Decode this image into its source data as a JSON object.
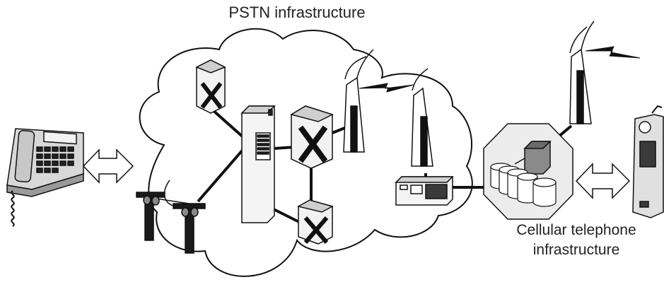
{
  "labels": {
    "pstn": "PSTN infrastructure",
    "cellular_line1": "Cellular telephone",
    "cellular_line2": "infrastructure"
  },
  "icons": [
    "desk-phone-icon",
    "double-arrow-icon",
    "utility-pole-icon",
    "crossbar-switch-icon",
    "exchange-rack-icon",
    "radio-tower-icon",
    "lightning-link-icon",
    "modem-icon",
    "base-station-icon",
    "database-icon",
    "mobile-phone-icon"
  ],
  "colors": {
    "line": "#111111",
    "cloud_stroke": "#111111",
    "device_fill": "#e6e6e6",
    "dark_fill": "#3a3a3a"
  }
}
